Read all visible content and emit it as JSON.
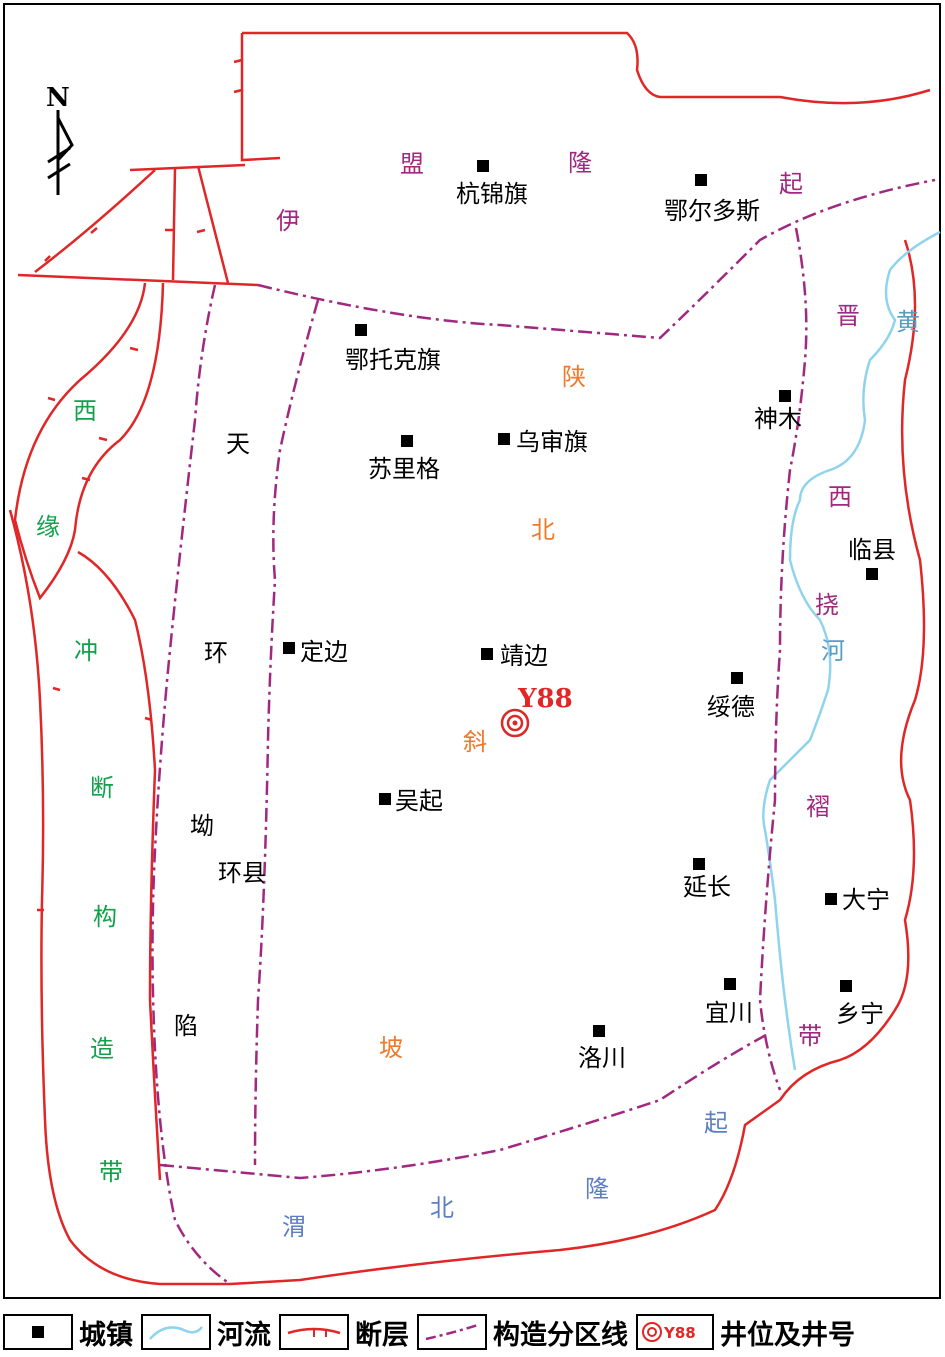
{
  "north_label": "N",
  "well": {
    "id": "Y88"
  },
  "towns": [
    "杭锦旗",
    "鄂尔多斯",
    "鄂托克旗",
    "神木",
    "苏里格",
    "乌审旗",
    "临县",
    "定边",
    "靖边",
    "绥德",
    "吴起",
    "环县",
    "延长",
    "大宁",
    "宜川",
    "乡宁",
    "洛川"
  ],
  "regions": {
    "yimeng_uplift": [
      "伊",
      "盟",
      "隆",
      "起"
    ],
    "shaanbei_slope": [
      "陕",
      "北",
      "斜",
      "坡"
    ],
    "tianhuan_depression": [
      "天",
      "环",
      "坳",
      "陷"
    ],
    "jinxi_fold_belt": [
      "晋",
      "西",
      "挠",
      "褶",
      "带"
    ],
    "west_thrust_belt": [
      "西",
      "缘",
      "冲",
      "断",
      "构",
      "造",
      "带"
    ],
    "weibei_uplift": [
      "渭",
      "北",
      "隆",
      "起"
    ],
    "yellow_river": [
      "黄",
      "河"
    ]
  },
  "colors": {
    "fault": "#e02626",
    "river": "#8fd3ee",
    "boundary": "#a0287f",
    "town": "#000000",
    "well": "#e02626"
  },
  "legend": {
    "town": "城镇",
    "river": "河流",
    "fault": "断层",
    "boundary": "构造分区线",
    "well_sample": "Y88",
    "well": "井位及井号"
  }
}
